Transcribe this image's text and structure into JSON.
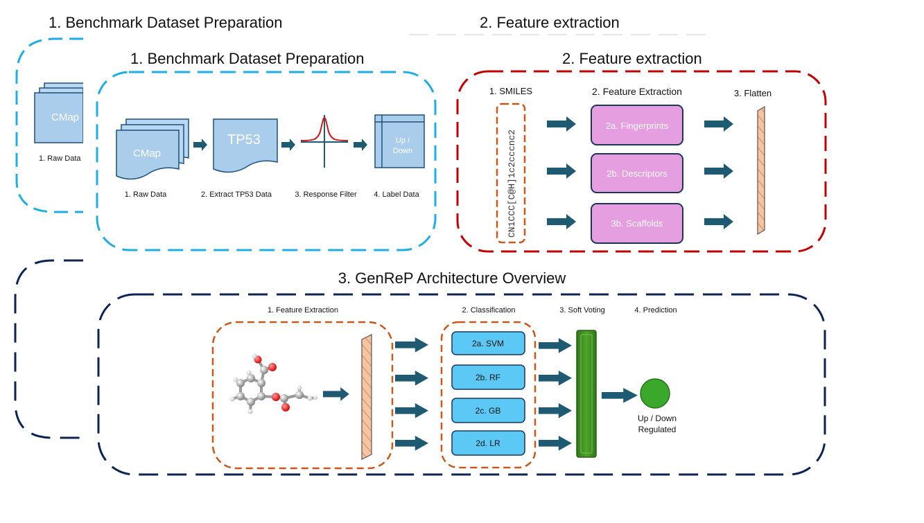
{
  "ghost": {
    "title1": "1. Benchmark Dataset Preparation",
    "title2": "2. Feature extraction",
    "cmap": "CMap",
    "raw_data": "1. Raw Data"
  },
  "panel1": {
    "title": "1. Benchmark Dataset Preparation",
    "cmap": "CMap",
    "tp53": "TP53",
    "updown": [
      "Up /",
      "Down"
    ],
    "captions": [
      "1. Raw Data",
      "2. Extract TP53 Data",
      "3. Response Filter",
      "4. Label Data"
    ],
    "border_color": "#1eaee3"
  },
  "panel2": {
    "title": "2. Feature extraction",
    "col_smiles": "1. SMILES",
    "col_features": "2. Feature Extraction",
    "col_flatten": "3. Flatten",
    "smiles": "CN1CCC[C@H]1c2cccnc2",
    "boxes": [
      "2a. Fingerprints",
      "2b. Descriptors",
      "3b. Scaffolds"
    ],
    "box_color": "#e59ee0",
    "border_color": "#c00000"
  },
  "panel3": {
    "title": "3. GenReP Architecture Overview",
    "col_features": "1. Feature Extraction",
    "col_classification": "2. Classification",
    "col_voting": "3. Soft Voting",
    "col_prediction": "4. Prediction",
    "classifiers": [
      "2a. SVM",
      "2b. RF",
      "2c. GB",
      "2d. LR"
    ],
    "prediction": [
      "Up / Down",
      "Regulated"
    ],
    "classifier_color": "#5bc8f5",
    "vote_color": "#3f8f24",
    "prediction_color": "#3aa82a",
    "border_color": "#0d2352"
  },
  "colors": {
    "arrow": "#1f5a73",
    "dashed_orange": "#c8581a",
    "flatten_fill": "#f7c3a1"
  }
}
